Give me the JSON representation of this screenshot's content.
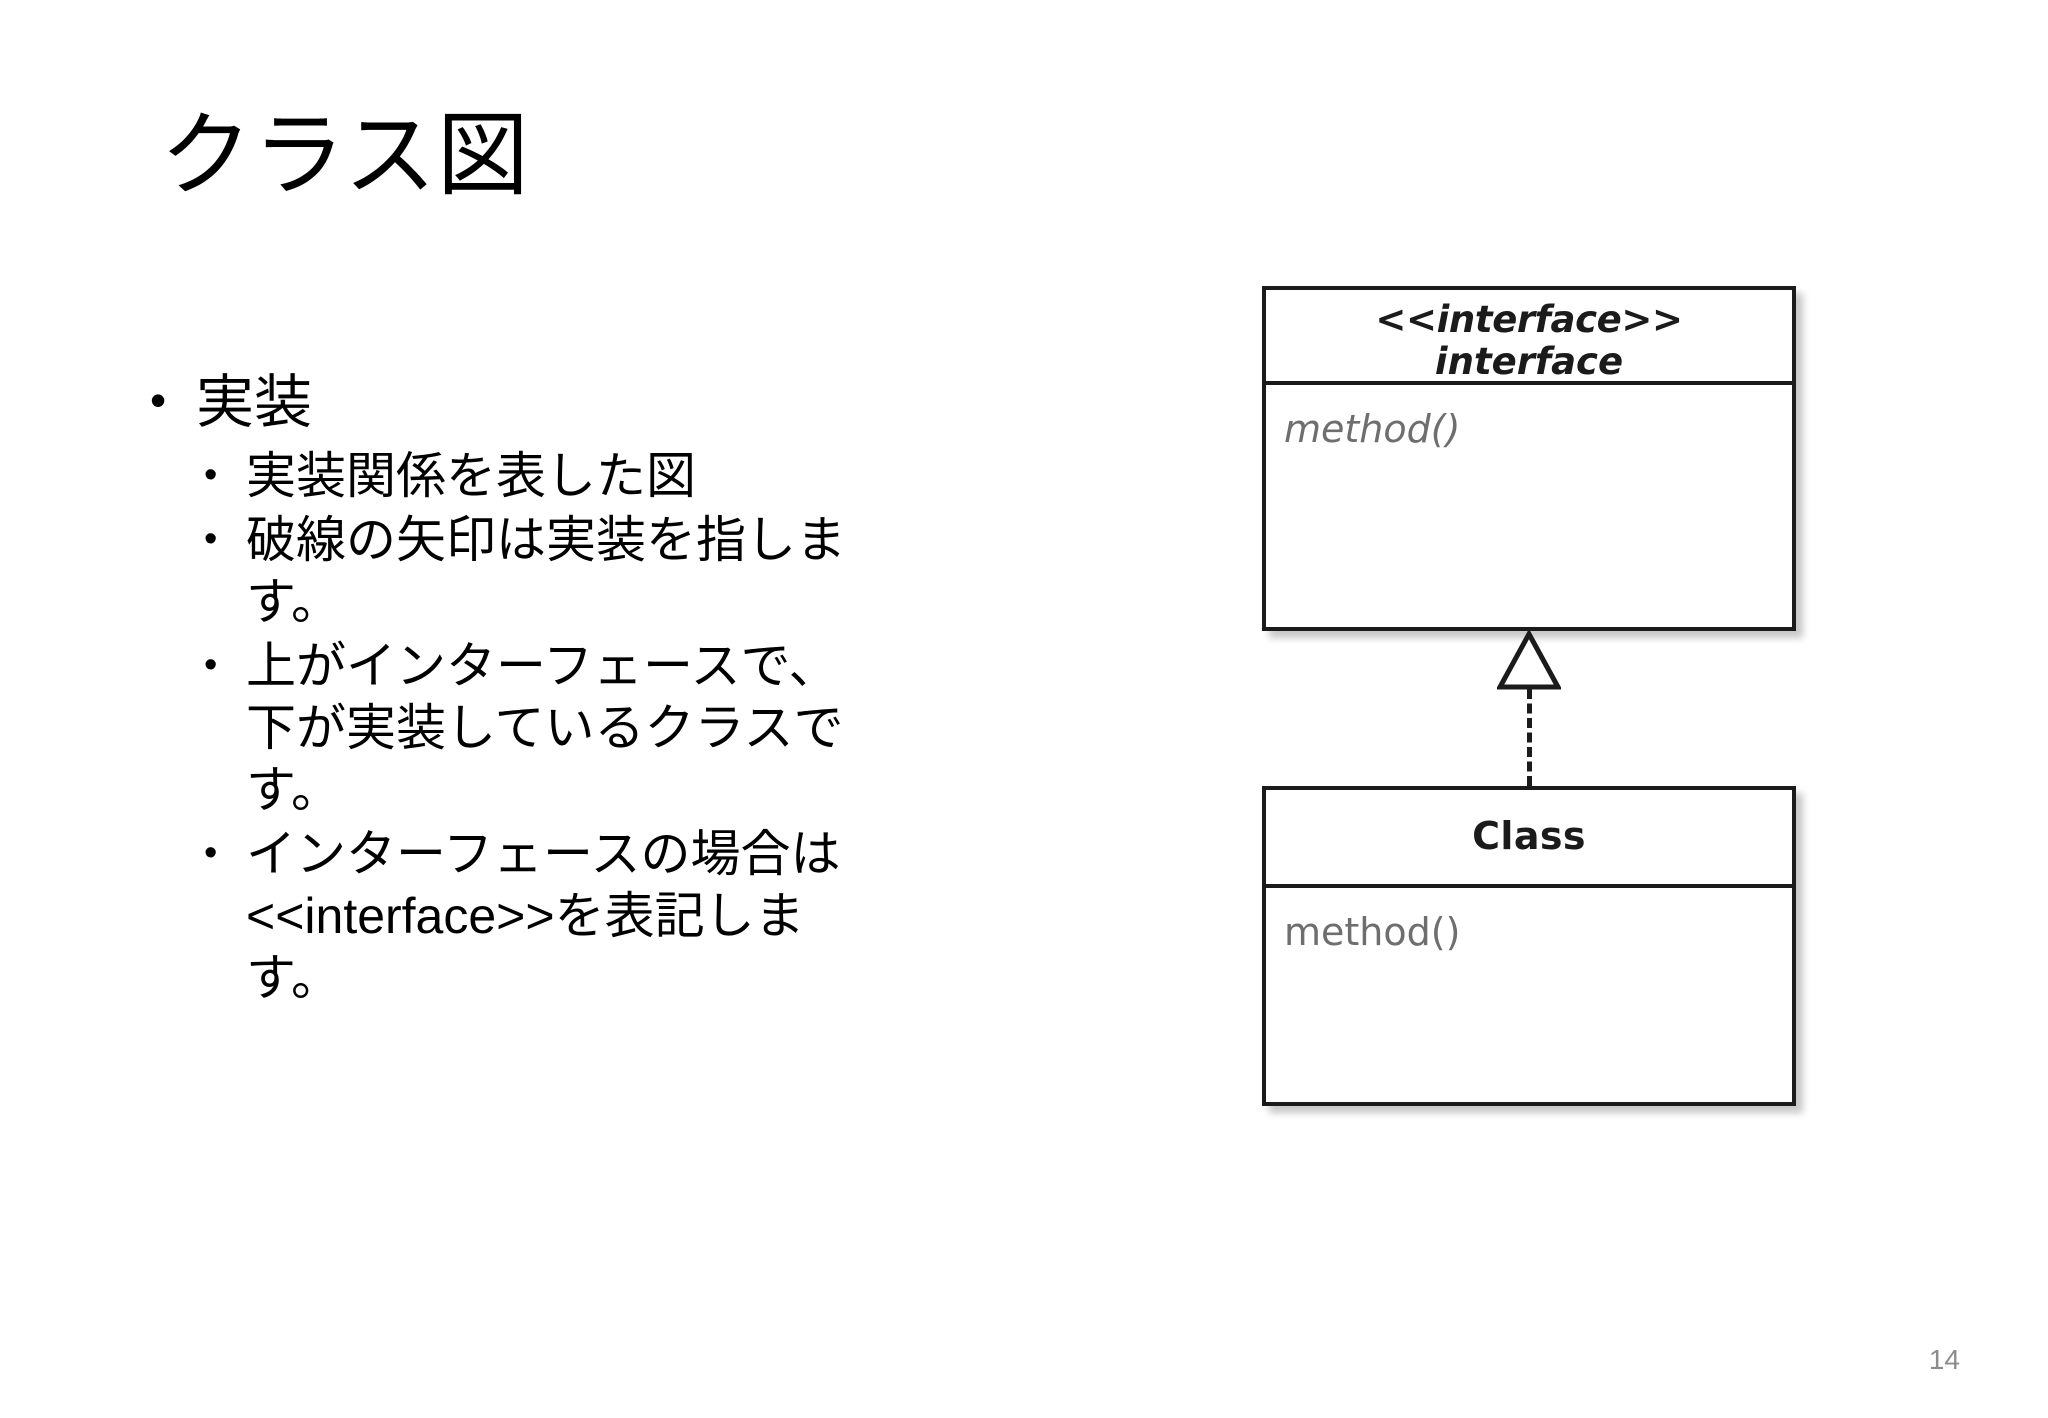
{
  "slide": {
    "title": "クラス図",
    "page_number": "14",
    "bullet_marker": "•"
  },
  "content": {
    "items": [
      {
        "level": 1,
        "text": "実装",
        "children": [
          {
            "level": 2,
            "text": "実装関係を表した図"
          },
          {
            "level": 2,
            "text": "破線の矢印は実装を指します。"
          },
          {
            "level": 2,
            "text": "上がインターフェースで、下が実装しているクラスです。"
          },
          {
            "level": 2,
            "text": "インターフェースの場合は<<interface>>を表記します。"
          }
        ]
      }
    ]
  },
  "diagram": {
    "type": "uml-class-diagram",
    "relationship": "realization",
    "relationship_line_style": "dashed",
    "relationship_arrow": "hollow-triangle",
    "nodes": [
      {
        "id": "interface",
        "stereotype": "<<interface>>",
        "name": "interface",
        "members": [
          "method()"
        ],
        "name_style": "bold-italic",
        "member_style": "italic"
      },
      {
        "id": "class",
        "stereotype": "",
        "name": "Class",
        "members": [
          "method()"
        ],
        "name_style": "bold",
        "member_style": "plain"
      }
    ]
  },
  "colors": {
    "background": "#ffffff",
    "text": "#000000",
    "diagram_stroke": "#1b1b1b",
    "member_text": "#6e6e6e",
    "page_number": "#8c8c8c"
  }
}
